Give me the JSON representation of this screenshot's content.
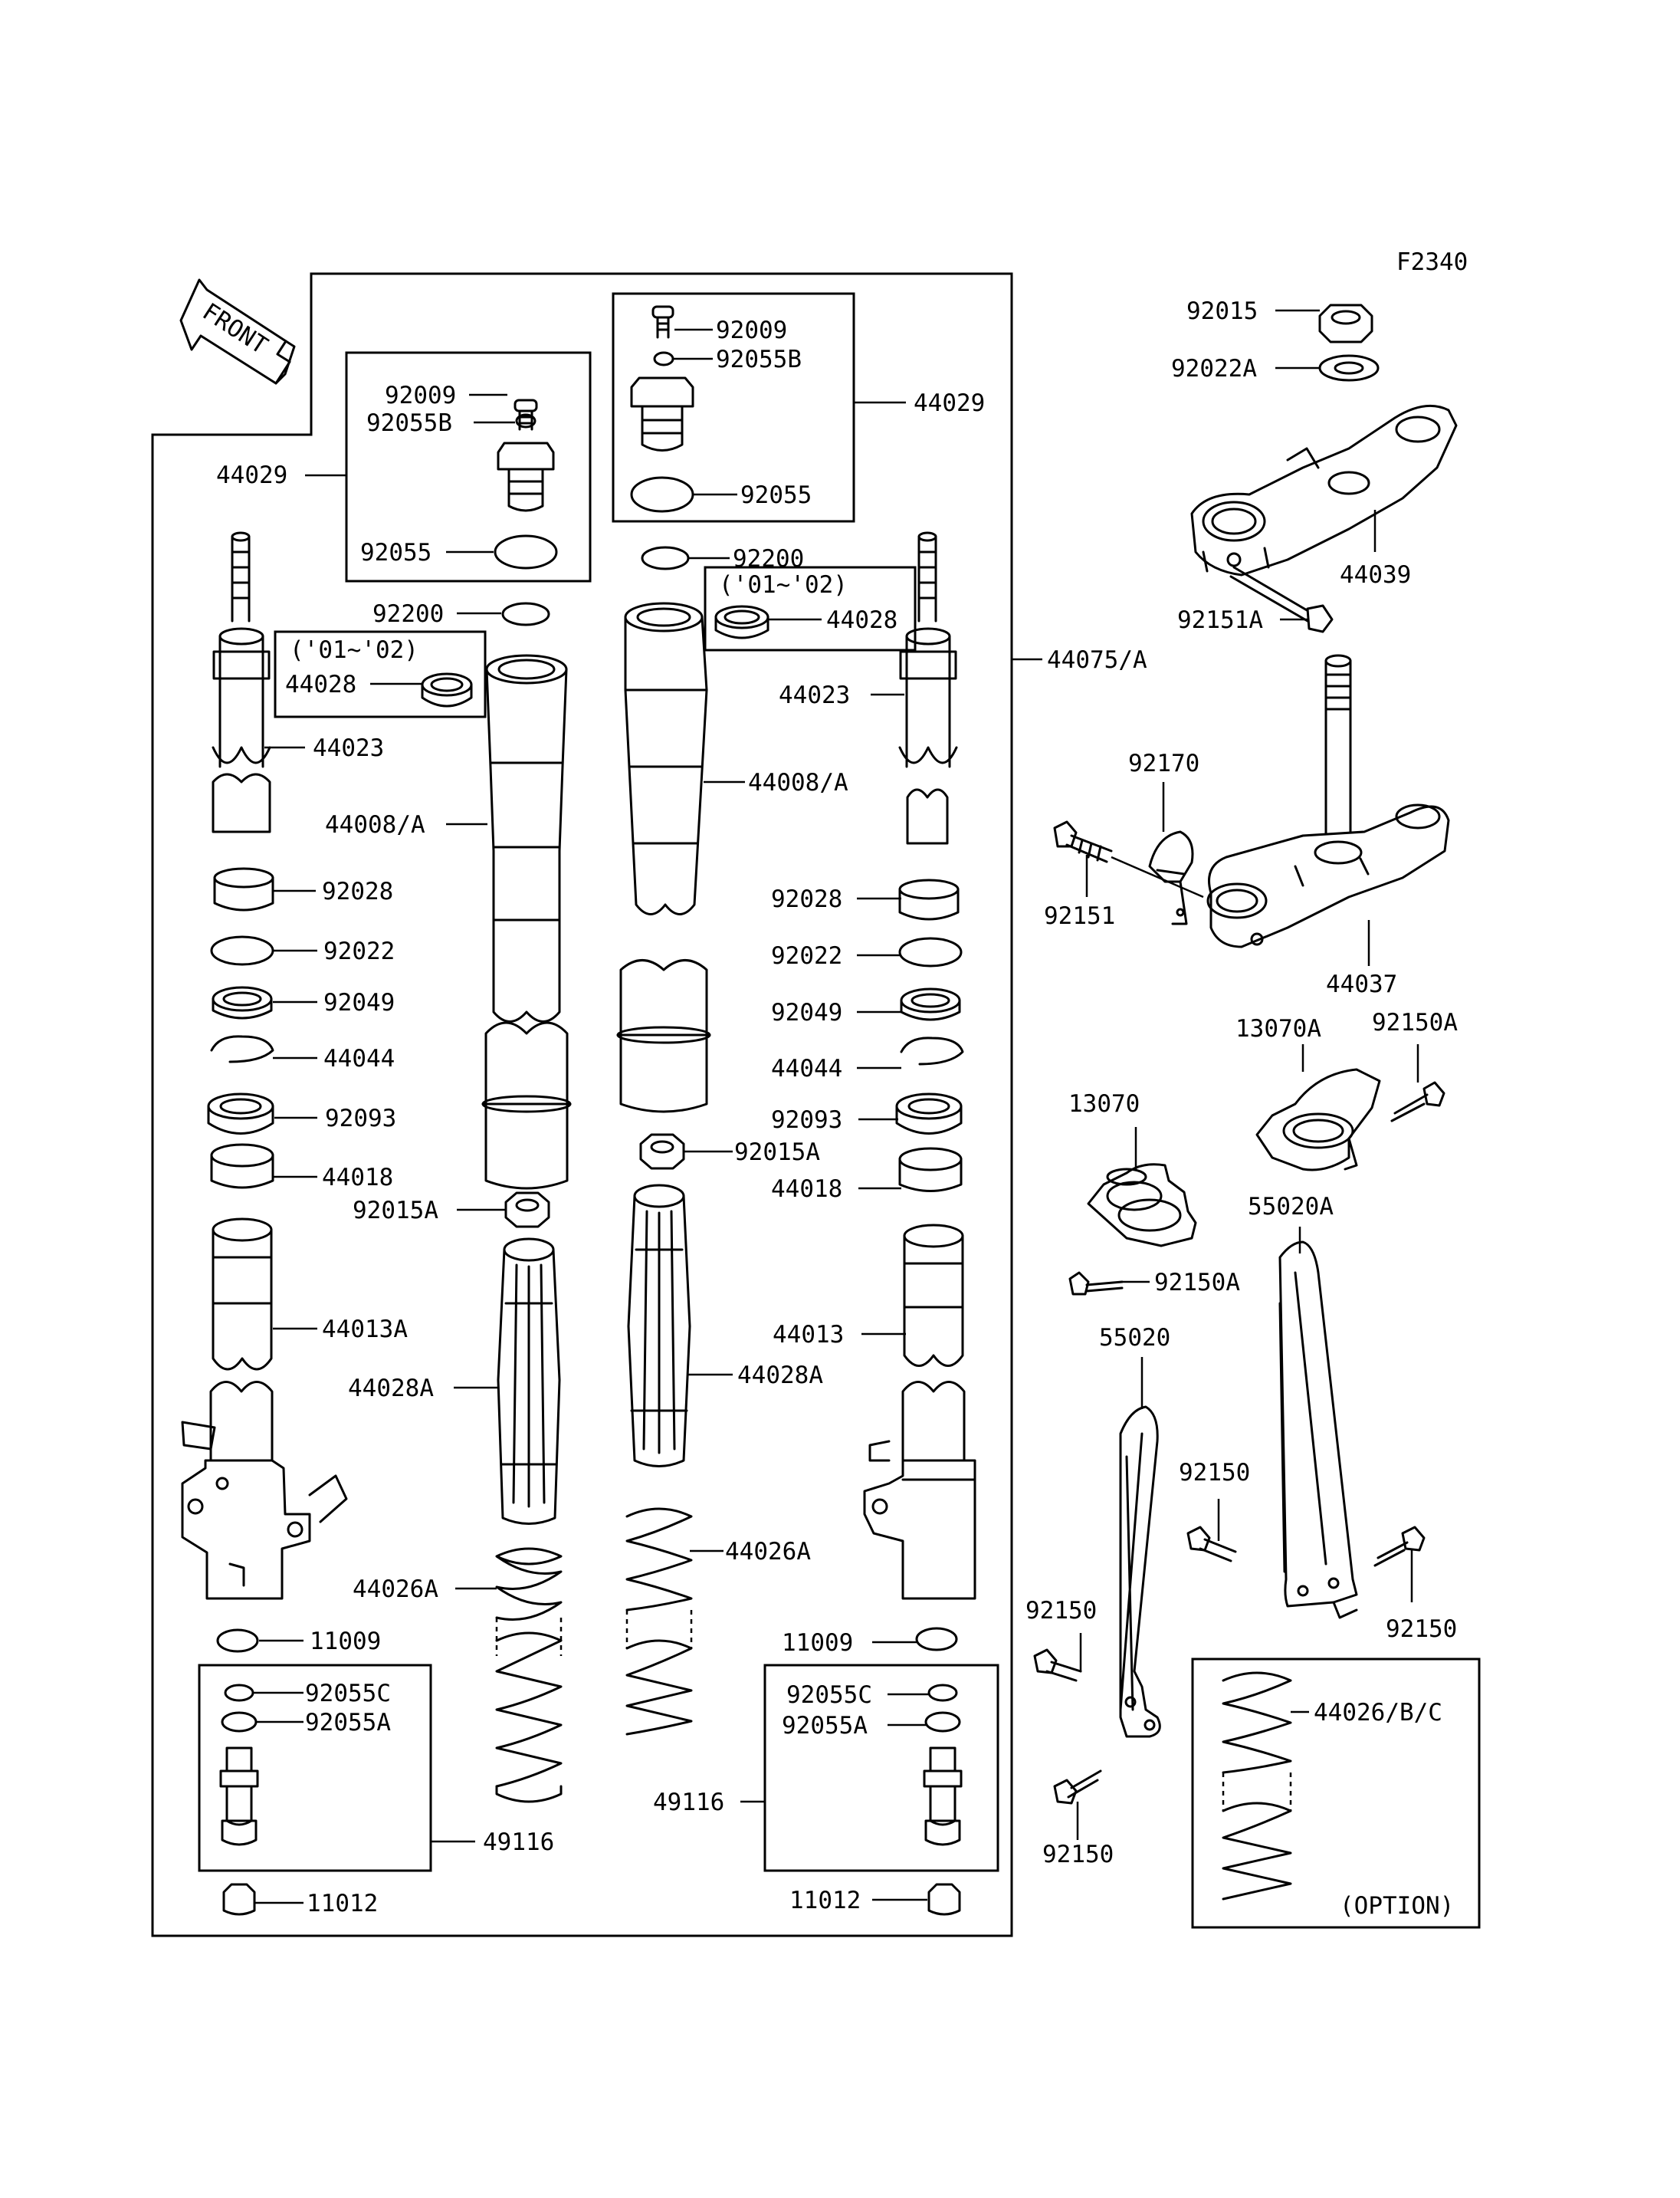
{
  "diagram": {
    "code": "F2340",
    "front_label": "FRONT",
    "option_label": "(OPTION)",
    "year_note_left": "('01~'02)",
    "year_note_right": "('01~'02)"
  },
  "labels": {
    "l_44029": "44029",
    "l_92009": "92009",
    "l_92055B": "92055B",
    "l_92055": "92055",
    "l_92200": "92200",
    "l_44028": "44028",
    "l_44023": "44023",
    "l_44008A": "44008/A",
    "l_92028": "92028",
    "l_92022": "92022",
    "l_92049": "92049",
    "l_44044": "44044",
    "l_92093": "92093",
    "l_44018": "44018",
    "l_92015A": "92015A",
    "l_44013A": "44013A",
    "l_44028A": "44028A",
    "l_44026A": "44026A",
    "l_11009": "11009",
    "l_92055C": "92055C",
    "l_92055A": "92055A",
    "l_49116": "49116",
    "l_11012": "11012",
    "c_92009": "92009",
    "c_92055B": "92055B",
    "c_44029": "44029",
    "c_92055": "92055",
    "c_92200": "92200",
    "c_44028": "44028",
    "c_44008A": "44008/A",
    "c_92015A": "92015A",
    "c_44028A": "44028A",
    "c_44026A": "44026A",
    "c_49116": "49116",
    "r_44023": "44023",
    "r_44075A": "44075/A",
    "r_92028": "92028",
    "r_92022": "92022",
    "r_92049": "92049",
    "r_44044": "44044",
    "r_92093": "92093",
    "r_44018": "44018",
    "r_44013": "44013",
    "r_11009": "11009",
    "r_92055C": "92055C",
    "r_92055A": "92055A",
    "r_11012": "11012",
    "t_92015": "92015",
    "t_92022A": "92022A",
    "t_44039": "44039",
    "t_92151A": "92151A",
    "t_92170": "92170",
    "t_92151": "92151",
    "t_44037": "44037",
    "t_13070A": "13070A",
    "t_92150A_top": "92150A",
    "t_13070": "13070",
    "t_92150A": "92150A",
    "t_55020A": "55020A",
    "t_55020": "55020",
    "t_92150_a": "92150",
    "t_92150_b": "92150",
    "t_92150_c": "92150",
    "t_92150_d": "92150",
    "t_44026BC": "44026/B/C"
  }
}
